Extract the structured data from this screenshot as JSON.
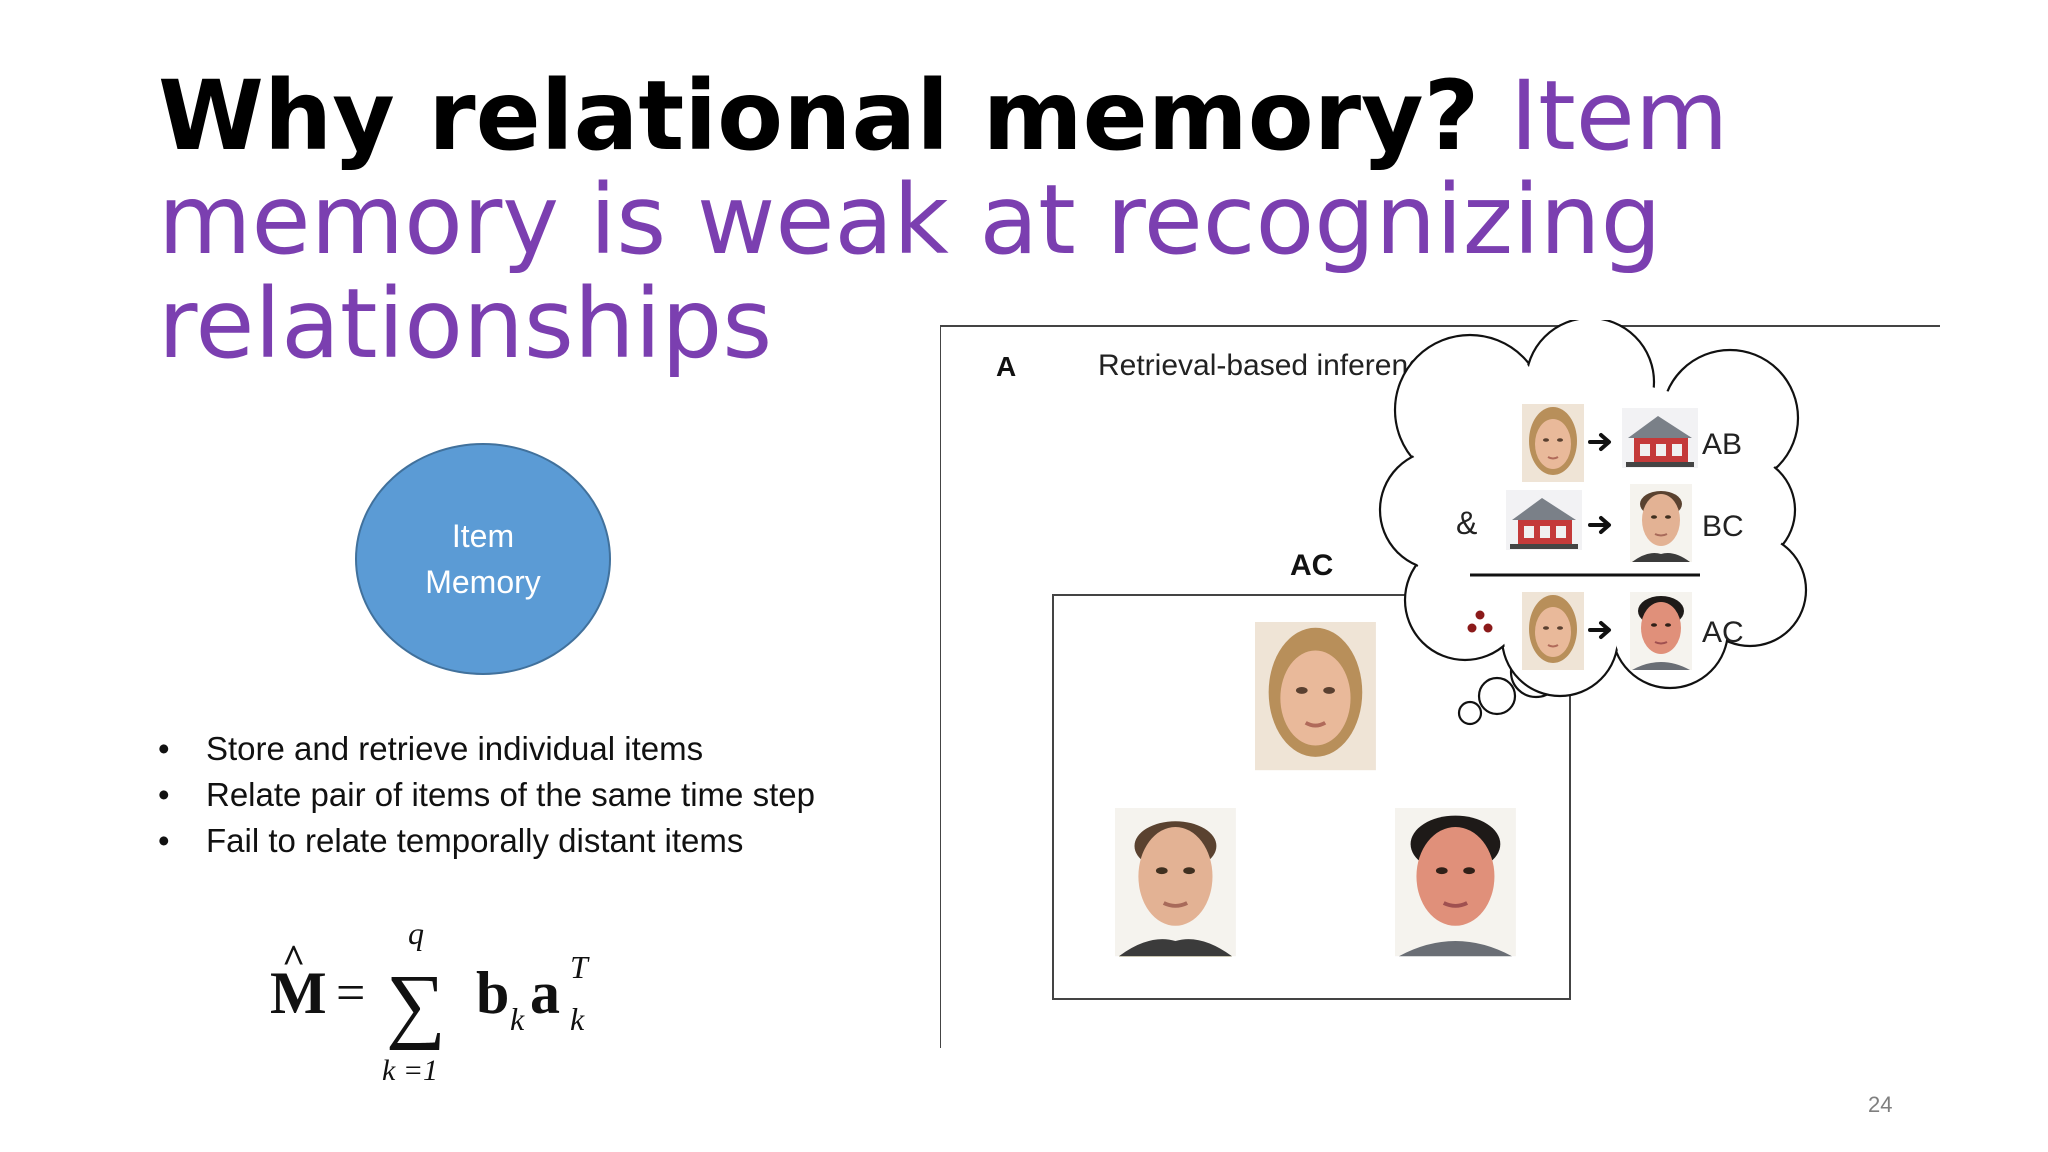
{
  "title": {
    "bold": "Why relational memory?",
    "accent1": "Item memory",
    "accent2": "is weak at recognizing relationships"
  },
  "diagram": {
    "ellipse_line1": "Item",
    "ellipse_line2": "Memory"
  },
  "bullets": [
    "Store and retrieve individual items",
    "Relate pair of items of the same time step",
    "Fail to relate temporally distant items"
  ],
  "bullet_glyph": "•",
  "formula": {
    "lhs": "M",
    "hat": "^",
    "equals": "=",
    "sum": "∑",
    "upper": "q",
    "lower": "k =1",
    "b": "b",
    "sub1": "k",
    "a": "a",
    "sub2": "k",
    "sup": "T"
  },
  "figure": {
    "panel_label": "A",
    "panel_title": "Retrieval-based inference",
    "box_label": "AC",
    "row1_label": "AB",
    "row2_label": "BC",
    "row2_prefix": "&",
    "row3_label": "AC"
  },
  "page_number": "24",
  "colors": {
    "accent": "#7b3fb0",
    "ellipse_fill": "#5b9bd5",
    "ellipse_border": "#41719c",
    "therefore_dots": "#8b1a1a"
  },
  "icons": {
    "arrow": "right-arrow-icon",
    "face": "face-photo",
    "house": "house-photo"
  }
}
